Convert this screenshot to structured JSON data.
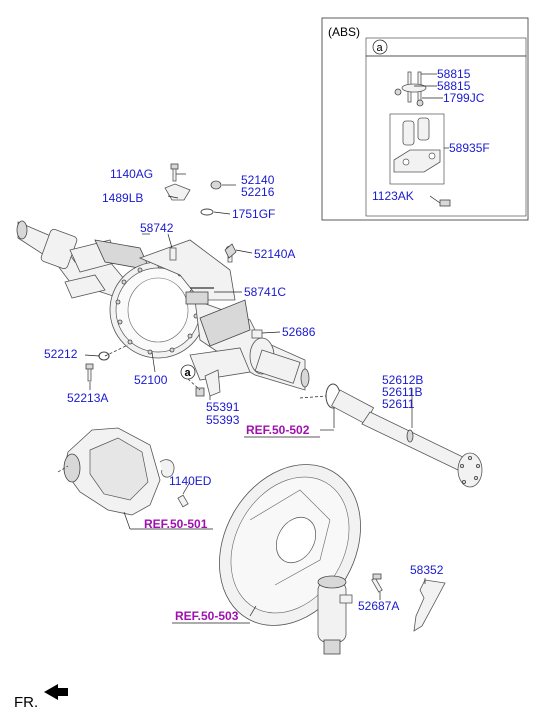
{
  "abs_box": {
    "title": "(ABS)",
    "marker": "a",
    "labels": [
      "58815",
      "58815",
      "1799JC",
      "58935F",
      "1123AK"
    ]
  },
  "part_labels": {
    "p1140AG": "1140AG",
    "p52140": "52140",
    "p52216": "52216",
    "p1489LB": "1489LB",
    "p1751GF": "1751GF",
    "p58742": "58742",
    "p52140A": "52140A",
    "p58741C": "58741C",
    "p52686": "52686",
    "p52212": "52212",
    "p52100": "52100",
    "p52213A": "52213A",
    "p55391": "55391",
    "p55393": "55393",
    "p52612B": "52612B",
    "p52611B": "52611B",
    "p52611": "52611",
    "p1140ED": "1140ED",
    "p58352": "58352",
    "p52687A": "52687A"
  },
  "ref_labels": {
    "r502": "REF.50-502",
    "r501": "REF.50-501",
    "r503": "REF.50-503"
  },
  "marker_a": "a",
  "fr_label": "FR."
}
